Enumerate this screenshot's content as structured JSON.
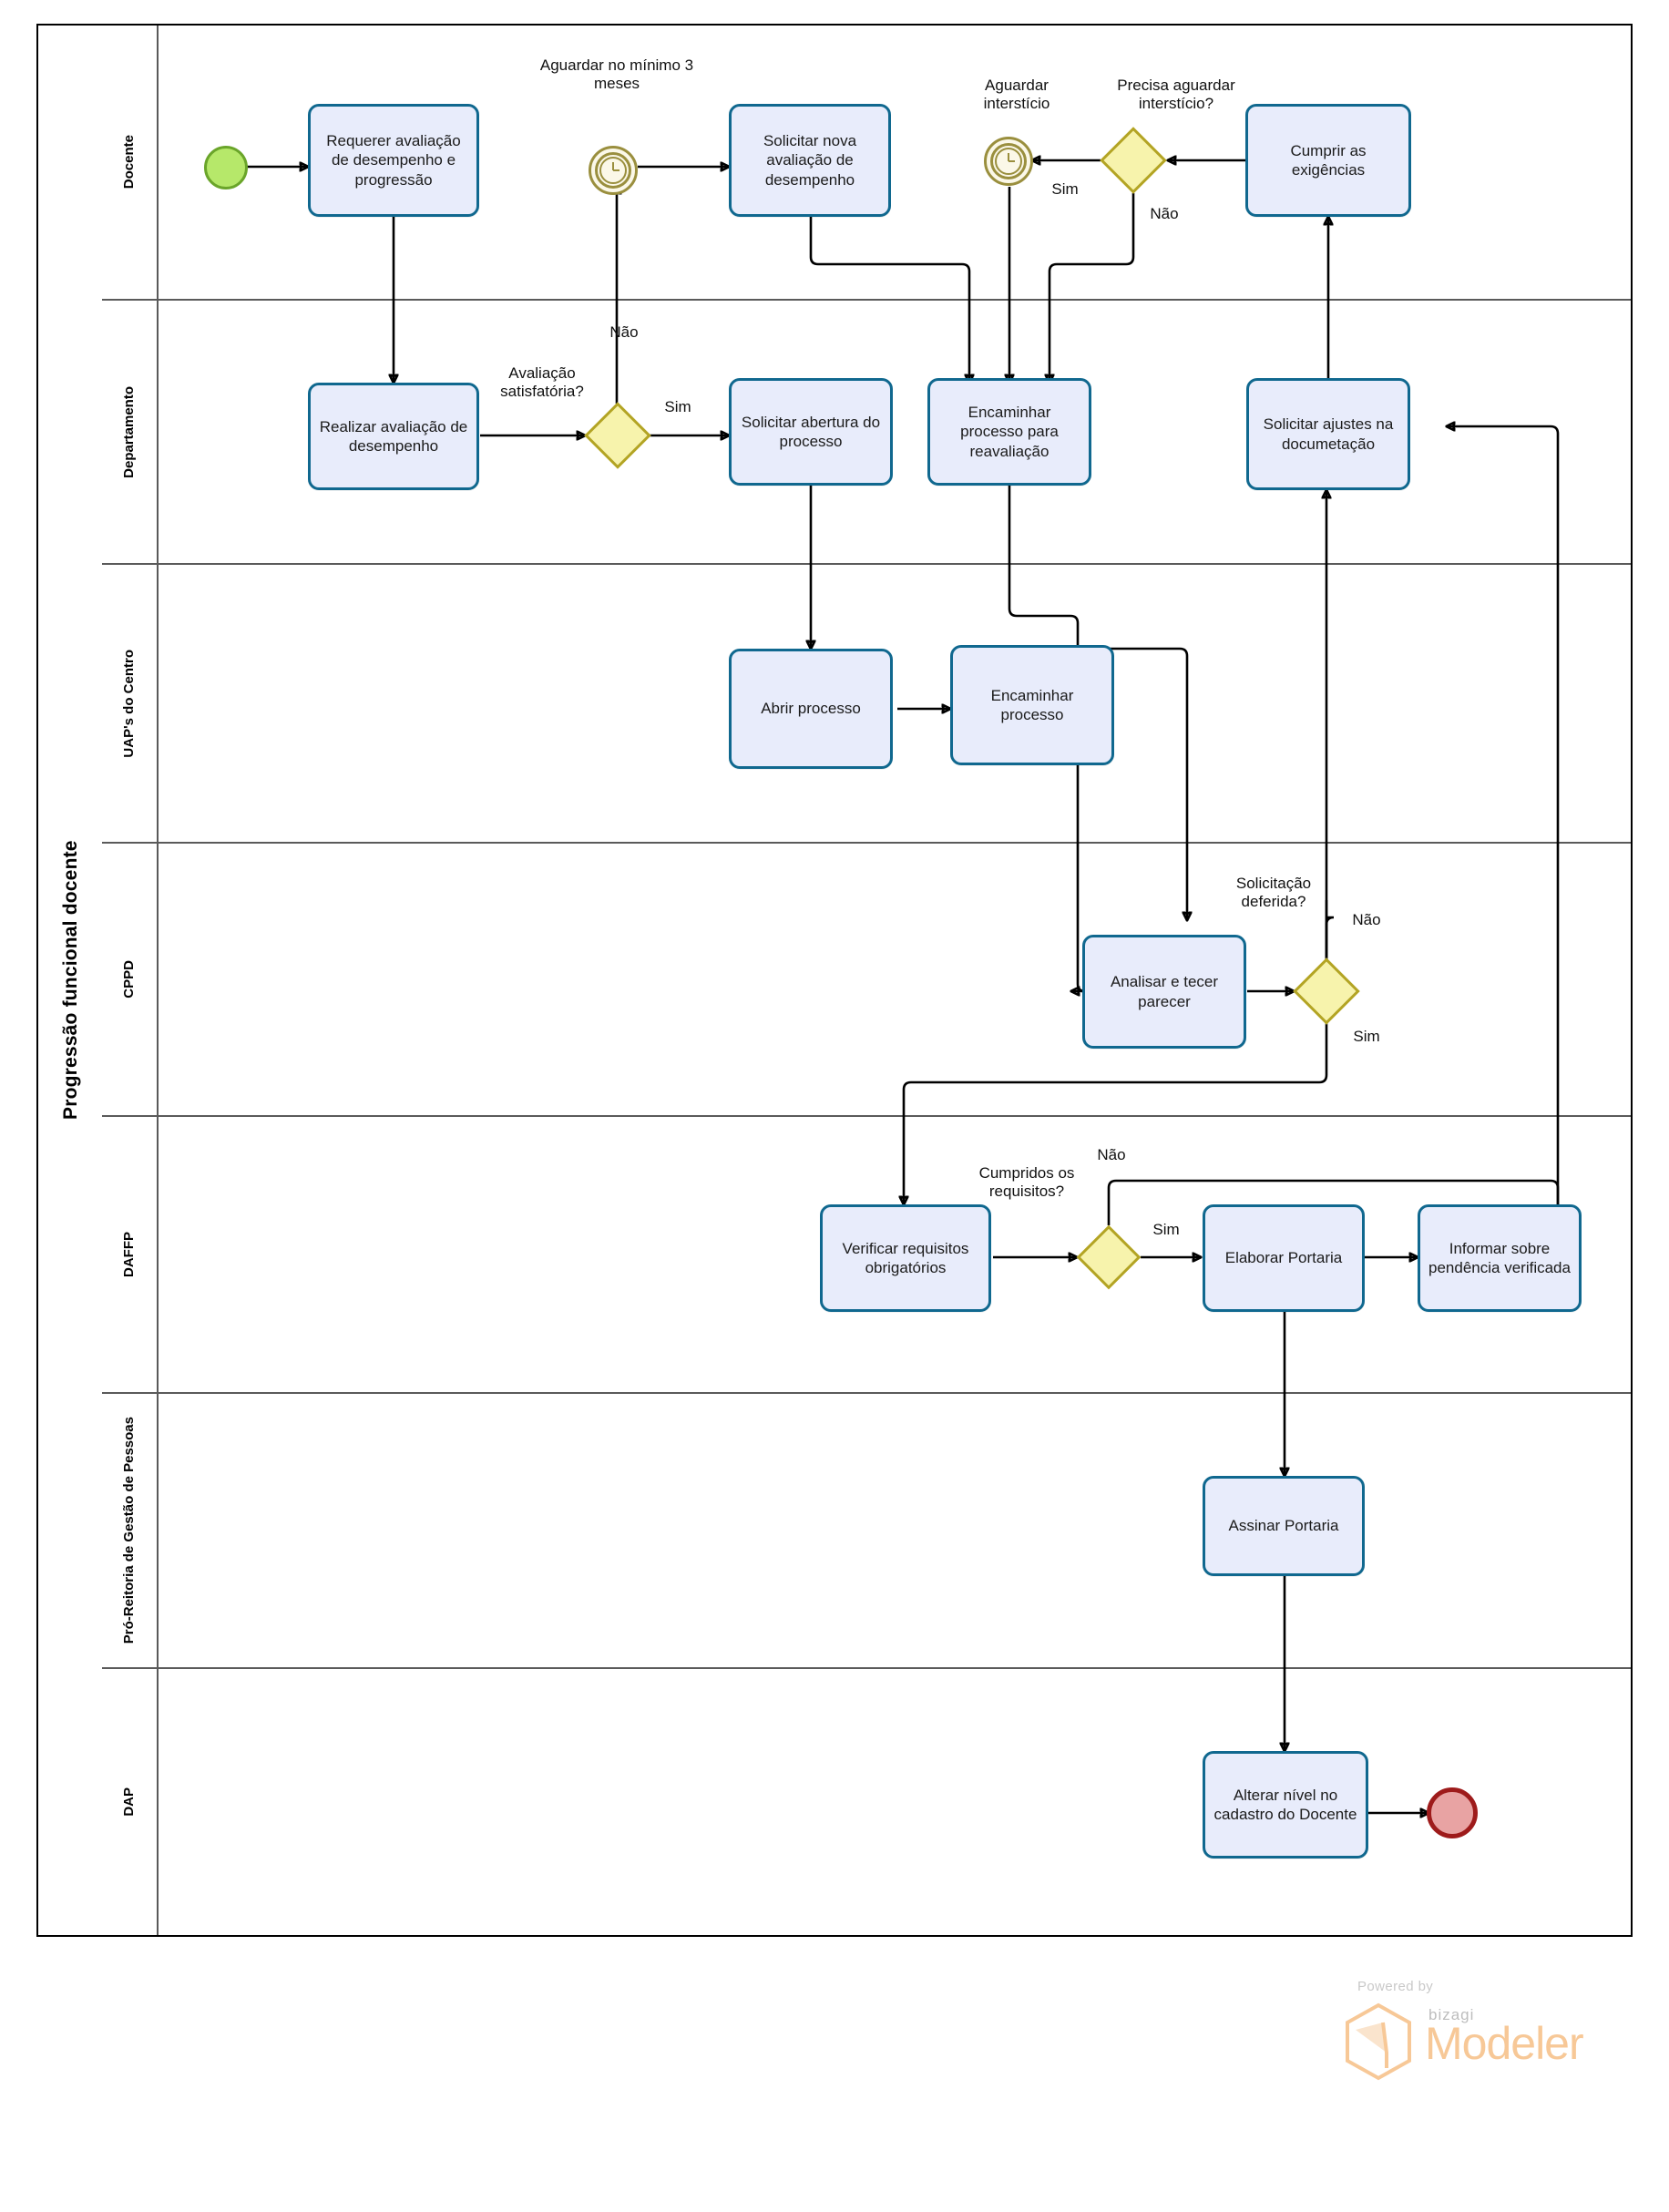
{
  "pool": {
    "title": "Progressão funcional docente"
  },
  "lanes": [
    {
      "label": "Docente"
    },
    {
      "label": "Departamento"
    },
    {
      "label": "UAP's do Centro"
    },
    {
      "label": "CPPD"
    },
    {
      "label": "DAFFP"
    },
    {
      "label": "Pró-Reitoria de Gestão de Pessoas"
    },
    {
      "label": "DAP"
    }
  ],
  "tasks": [
    {
      "id": "requerer",
      "label": "Requerer avaliação de desempenho e progressão"
    },
    {
      "id": "solicitar_nova",
      "label": "Solicitar nova avaliação de desempenho"
    },
    {
      "id": "cumprir",
      "label": "Cumprir as exigências"
    },
    {
      "id": "realizar",
      "label": "Realizar avaliação de desempenho"
    },
    {
      "id": "sol_abertura",
      "label": "Solicitar abertura do processo"
    },
    {
      "id": "encaminhar_re",
      "label": "Encaminhar processo para reavaliação"
    },
    {
      "id": "sol_ajustes",
      "label": "Solicitar ajustes na documetação"
    },
    {
      "id": "abrir",
      "label": "Abrir processo"
    },
    {
      "id": "encaminhar",
      "label": "Encaminhar processo"
    },
    {
      "id": "analisar",
      "label": "Analisar e tecer parecer"
    },
    {
      "id": "verificar",
      "label": "Verificar requisitos obrigatórios"
    },
    {
      "id": "elaborar",
      "label": "Elaborar Portaria"
    },
    {
      "id": "informar",
      "label": "Informar sobre pendência verificada"
    },
    {
      "id": "assinar",
      "label": "Assinar Portaria"
    },
    {
      "id": "alterar",
      "label": "Alterar nível no cadastro do Docente"
    }
  ],
  "events": [
    {
      "id": "start",
      "type": "start-event",
      "label": ""
    },
    {
      "id": "timer1",
      "type": "timer-event",
      "label": "Aguardar no mínimo 3 meses"
    },
    {
      "id": "timer2",
      "type": "timer-event",
      "label": "Aguardar interstício"
    },
    {
      "id": "end",
      "type": "end-event",
      "label": ""
    }
  ],
  "gateways": [
    {
      "id": "gw_aval",
      "label": "Avaliação satisfatória?"
    },
    {
      "id": "gw_inter",
      "label": "Precisa aguardar interstício?"
    },
    {
      "id": "gw_defer",
      "label": "Solicitação deferida?"
    },
    {
      "id": "gw_req",
      "label": "Cumpridos os requisitos?"
    }
  ],
  "flow_labels": {
    "aval_nao": "Não",
    "aval_sim": "Sim",
    "inter_sim": "Sim",
    "inter_nao": "Não",
    "defer_nao": "Não",
    "defer_sim": "Sim",
    "req_nao": "Não",
    "req_sim": "Sim"
  },
  "branding": {
    "powered_by": "Powered by",
    "brand": "bizagi",
    "product": "Modeler"
  },
  "colors": {
    "task_fill": "#e8ecfb",
    "task_border": "#10688f",
    "gateway_fill": "#f7f3ac",
    "gateway_border": "#b3a424",
    "start_fill": "#b6e86a",
    "start_border": "#6aa52a",
    "end_fill": "#e8a3a3",
    "end_border": "#9e1b1b",
    "timer_border": "#9a8f3e",
    "lane_border": "#5a5a5a",
    "brand_orange": "#f7c897"
  }
}
